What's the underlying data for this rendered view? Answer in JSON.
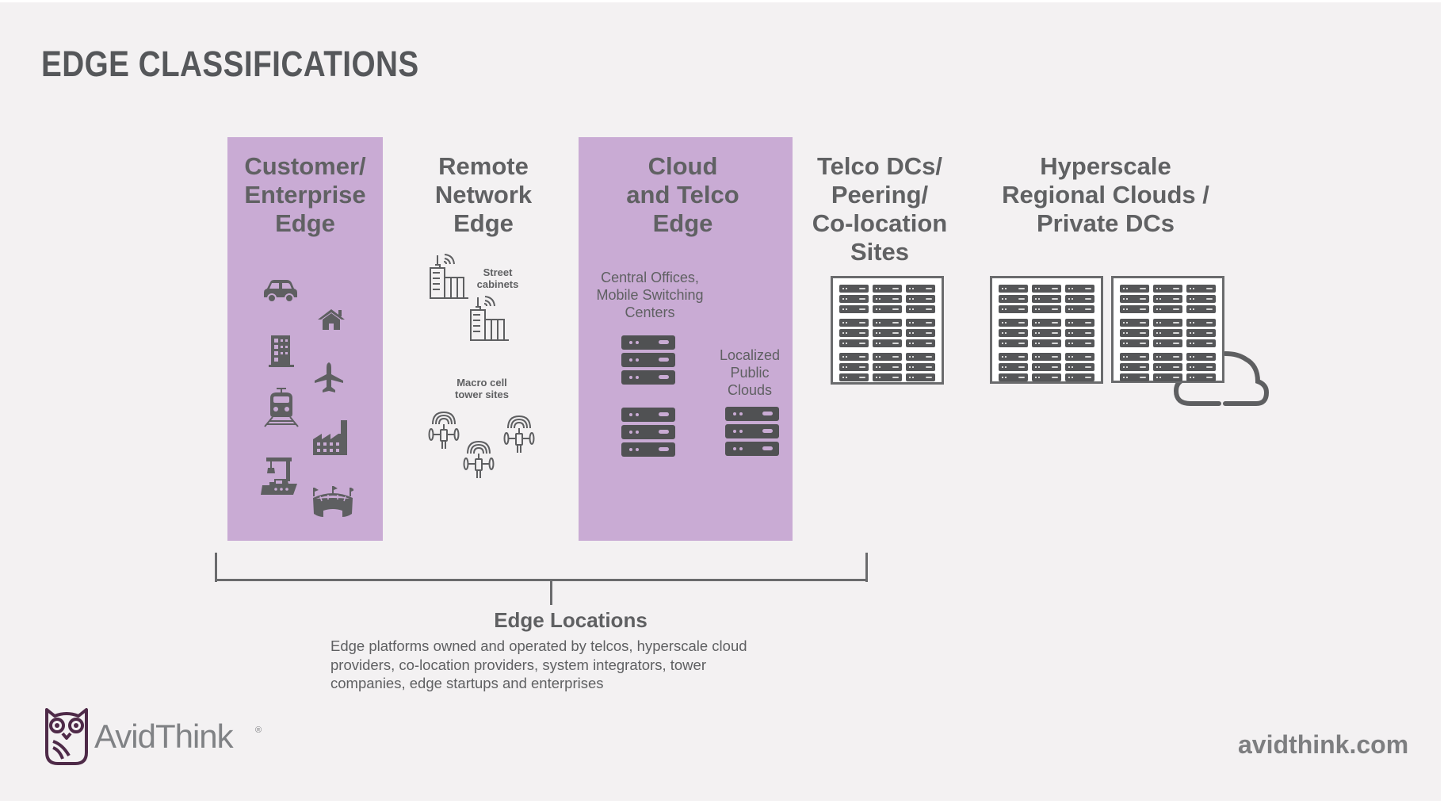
{
  "title": "EDGE CLASSIFICATIONS",
  "colors": {
    "background": "#f3f1f2",
    "panel_purple": "#c9abd4",
    "text_gray": "#5f6062",
    "icon_gray": "#5e5f61",
    "logo_purple": "#4e2a48"
  },
  "columns": [
    {
      "id": "customer-enterprise-edge",
      "heading": [
        "Customer/",
        "Enterprise",
        "Edge"
      ],
      "highlighted": true,
      "icons": [
        "car-icon",
        "house-icon",
        "office-building-icon",
        "airplane-icon",
        "train-icon",
        "factory-icon",
        "port-crane-ship-icon",
        "stadium-icon"
      ]
    },
    {
      "id": "remote-network-edge",
      "heading": [
        "Remote",
        "Network",
        "Edge"
      ],
      "highlighted": false,
      "groups": [
        {
          "label": [
            "Street",
            "cabinets"
          ],
          "icon": "city-building-wireless-icon",
          "count": 2
        },
        {
          "label": [
            "Macro cell",
            "tower sites"
          ],
          "icon": "cell-tower-icon",
          "count": 3
        }
      ]
    },
    {
      "id": "cloud-telco-edge",
      "heading": [
        "Cloud",
        "and Telco",
        "Edge"
      ],
      "highlighted": true,
      "groups": [
        {
          "label": [
            "Central Offices,",
            "Mobile Switching",
            "Centers"
          ],
          "icon": "server-rack-icon",
          "racks": 2
        },
        {
          "label": [
            "Localized",
            "Public",
            "Clouds"
          ],
          "icon": "server-rack-icon",
          "racks": 1
        }
      ]
    },
    {
      "id": "telco-dcs",
      "heading": [
        "Telco DCs/",
        "Peering/",
        "Co-location",
        "Sites"
      ],
      "highlighted": false,
      "icon": "datacenter-icon",
      "datacenters": 1
    },
    {
      "id": "hyperscale",
      "heading": [
        "Hyperscale",
        "Regional Clouds /",
        "Private DCs"
      ],
      "highlighted": false,
      "icon": "datacenter-cloud-icon",
      "datacenters": 2
    }
  ],
  "edge_locations": {
    "title": "Edge Locations",
    "description": "Edge platforms owned and operated by telcos, hyperscale cloud providers, co-location providers, system integrators, tower companies, edge startups and enterprises",
    "lines": [
      "Edge platforms owned and operated by telcos, hyperscale cloud",
      "providers, co-location providers, system integrators, tower",
      "companies, edge startups and enterprises"
    ]
  },
  "footer": {
    "brand": "AvidThink",
    "registered": "®",
    "website": "avidthink.com"
  }
}
